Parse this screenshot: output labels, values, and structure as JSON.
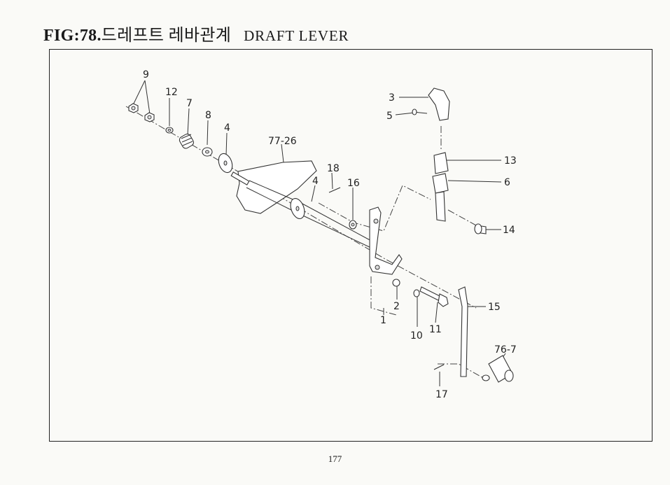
{
  "figure": {
    "code": "FIG:78.",
    "title_korean": "드레프트 레바관계",
    "title_english": "DRAFT LEVER"
  },
  "page_number": "177",
  "part_labels": [
    "9",
    "12",
    "7",
    "8",
    "4",
    "77-26",
    "18",
    "4",
    "16",
    "3",
    "5",
    "13",
    "6",
    "14",
    "2",
    "1",
    "10",
    "11",
    "15",
    "76-7",
    "17"
  ]
}
